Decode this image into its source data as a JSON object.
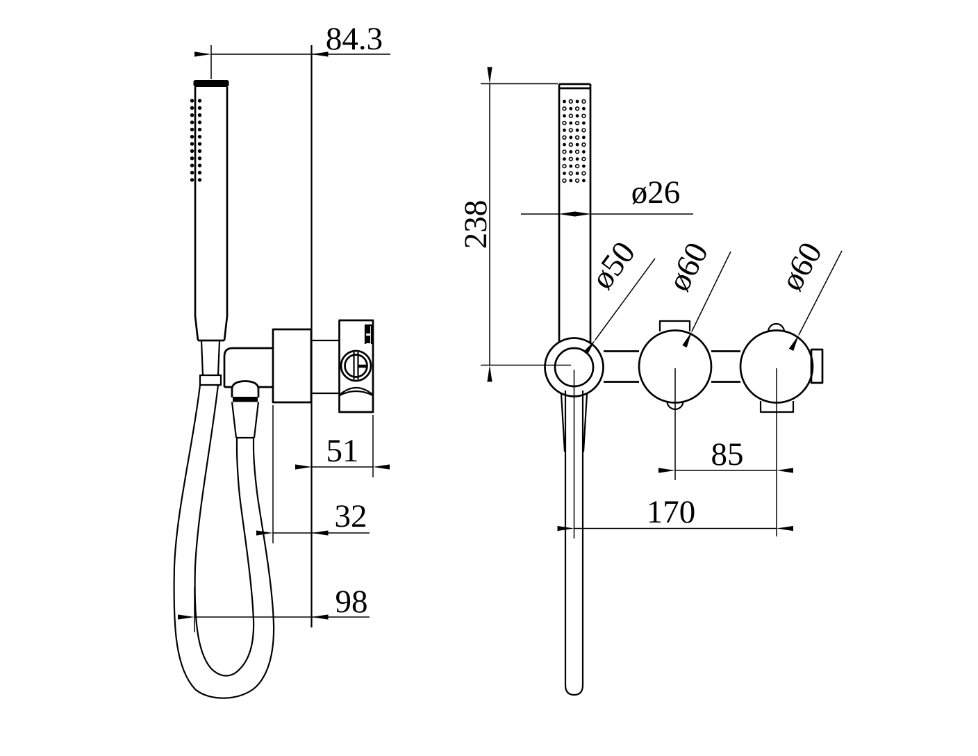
{
  "drawing": {
    "type": "technical-dimension-drawing",
    "colors": {
      "line": "#000000",
      "background": "#ffffff"
    },
    "side_view": {
      "dim_offset": "84.3",
      "dim_trim_depth": "51",
      "dim_valve_depth": "32",
      "dim_loop_width": "98"
    },
    "front_view": {
      "dim_height": "238",
      "dim_wand_diameter": "ø26",
      "dim_holder_diameter": "ø50",
      "dim_knob_mid_diameter": "ø60",
      "dim_knob_right_diameter": "ø60",
      "dim_knob_spacing": "85",
      "dim_total_width": "170"
    }
  }
}
